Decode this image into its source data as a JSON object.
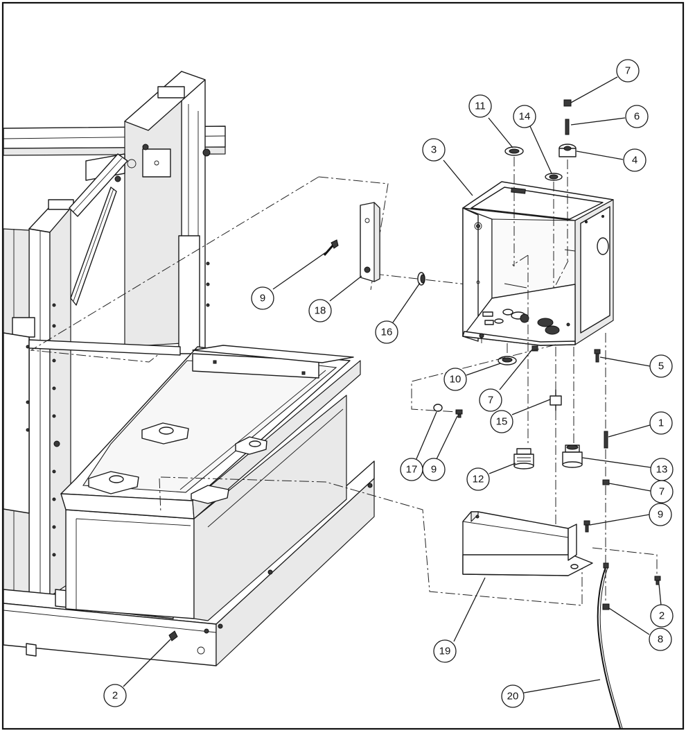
{
  "callouts": [
    {
      "id": "c7a",
      "label": "7"
    },
    {
      "id": "c11",
      "label": "11"
    },
    {
      "id": "c14",
      "label": "14"
    },
    {
      "id": "c6",
      "label": "6"
    },
    {
      "id": "c3",
      "label": "3"
    },
    {
      "id": "c4",
      "label": "4"
    },
    {
      "id": "c9a",
      "label": "9"
    },
    {
      "id": "c18",
      "label": "18"
    },
    {
      "id": "c16",
      "label": "16"
    },
    {
      "id": "c5",
      "label": "5"
    },
    {
      "id": "c10",
      "label": "10"
    },
    {
      "id": "c7b",
      "label": "7"
    },
    {
      "id": "c15",
      "label": "15"
    },
    {
      "id": "c1",
      "label": "1"
    },
    {
      "id": "c17",
      "label": "17"
    },
    {
      "id": "c9b",
      "label": "9"
    },
    {
      "id": "c12",
      "label": "12"
    },
    {
      "id": "c13",
      "label": "13"
    },
    {
      "id": "c7c",
      "label": "7"
    },
    {
      "id": "c9c",
      "label": "9"
    },
    {
      "id": "c2a",
      "label": "2"
    },
    {
      "id": "c8",
      "label": "8"
    },
    {
      "id": "c19",
      "label": "19"
    },
    {
      "id": "c2b",
      "label": "2"
    },
    {
      "id": "c20",
      "label": "20"
    }
  ]
}
